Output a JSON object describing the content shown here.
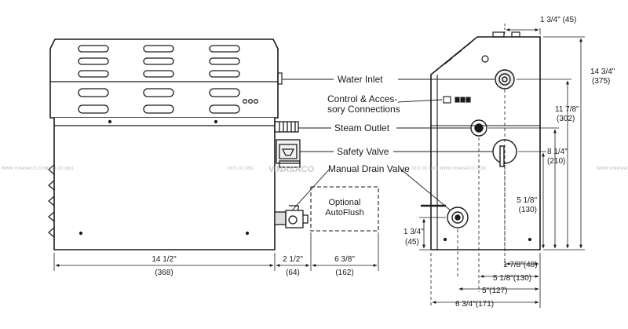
{
  "callouts": {
    "water_inlet": "Water Inlet",
    "control_line1": "Control & Acces-",
    "control_line2": "sory Connections",
    "steam_outlet": "Steam Outlet",
    "safety_valve": "Safety Valve",
    "manual_drain_valve": "Manual Drain Valve",
    "optional_line1": "Optional",
    "optional_line2": "AutoFlush"
  },
  "front_view": {
    "width_in": "14 1/2\"",
    "width_mm": "(368)",
    "valve_offset_in": "2 1/2\"",
    "valve_offset_mm": "(64)",
    "autoflush_width_in": "6 3/8\"",
    "autoflush_width_mm": "(162)"
  },
  "side_view": {
    "top_offset_in": "1 3/4\" (45)",
    "total_height_in": "14 3/4\"",
    "total_height_mm": "(375)",
    "water_inlet_height_in": "11 7/8\"",
    "water_inlet_height_mm": "(302)",
    "steam_outlet_height_in": "8 1/4\"",
    "steam_outlet_height_mm": "(210)",
    "safety_valve_height_in": "5 1/8\"",
    "safety_valve_height_mm": "(130)",
    "drain_height_in": "1 3/4\"",
    "drain_height_mm": "(45)",
    "depth_a": "1 7/8\"(48)",
    "depth_b": "5 1/8\"(130)",
    "depth_c": "5\"(127)",
    "depth_d": "6 3/4\"(171)"
  },
  "watermark": {
    "site": "WWW.VINASACO.COM",
    "phone": "0971.00.1881",
    "logo": "VINASACO"
  }
}
